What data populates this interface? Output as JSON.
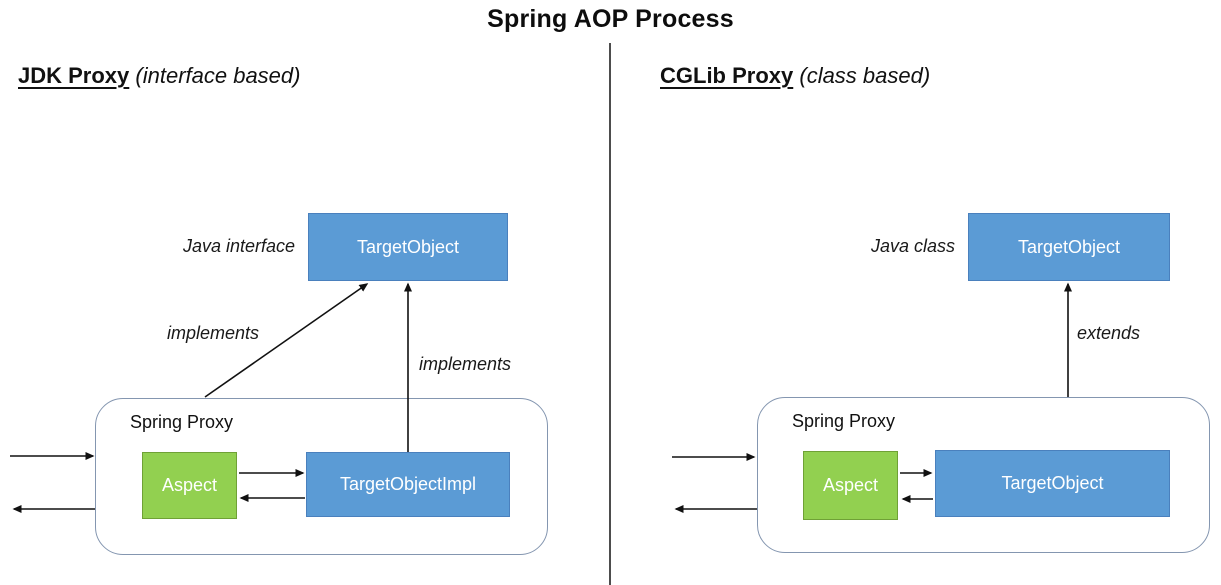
{
  "title": "Spring AOP Process",
  "colors": {
    "box_blue": "#5B9BD5",
    "box_blue_border": "#4A80BD",
    "box_green": "#92D050",
    "box_green_border": "#6FA136",
    "container_border": "#8496B0",
    "arrow": "#111111"
  },
  "left": {
    "heading": "JDK Proxy",
    "heading_suffix": " (interface based)",
    "type_label": "Java interface",
    "target_box": "TargetObject",
    "arrow_label_diagonal": "implements",
    "arrow_label_vertical": "implements",
    "container_label": "Spring Proxy",
    "aspect_box": "Aspect",
    "impl_box": "TargetObjectImpl"
  },
  "right": {
    "heading": "CGLib Proxy",
    "heading_suffix": " (class based)",
    "type_label": "Java class",
    "target_box": "TargetObject",
    "arrow_label_vertical": "extends",
    "container_label": "Spring Proxy",
    "aspect_box": "Aspect",
    "impl_box": "TargetObject"
  }
}
